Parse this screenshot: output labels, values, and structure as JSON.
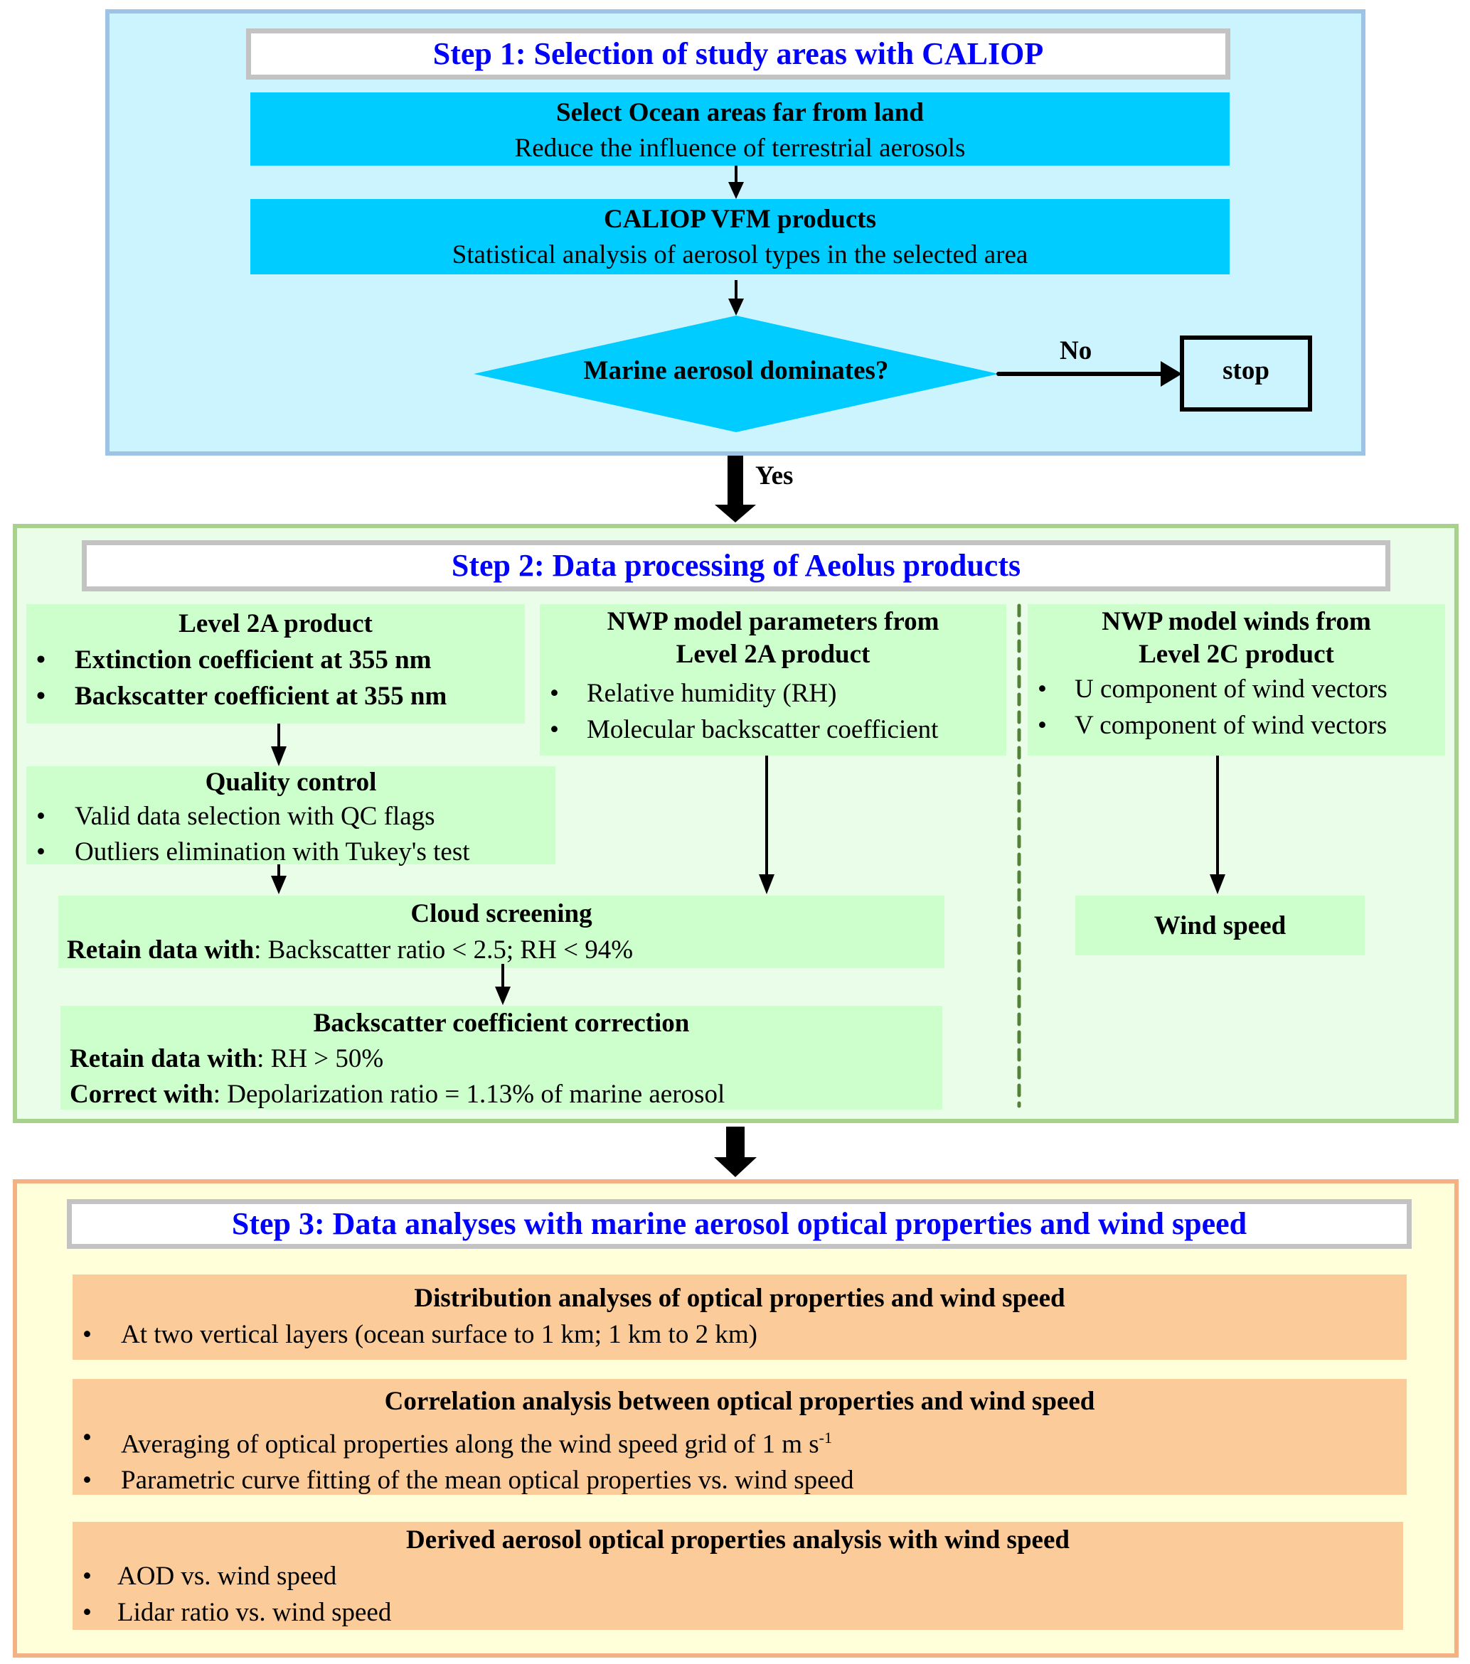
{
  "step1": {
    "title": "Step 1: Selection of study areas with CALIOP",
    "box1": {
      "heading": "Select Ocean areas far from land",
      "text": "Reduce the influence of terrestrial aerosols"
    },
    "box2": {
      "heading": "CALIOP VFM products",
      "text": "Statistical analysis of aerosol types in the selected area"
    },
    "decision": "Marine aerosol dominates?",
    "no_label": "No",
    "stop_label": "stop",
    "yes_label": "Yes"
  },
  "step2": {
    "title": "Step 2: Data processing of Aeolus products",
    "level2a": {
      "heading": "Level 2A product",
      "items": [
        "Extinction coefficient at 355 nm",
        "Backscatter coefficient at 355 nm"
      ]
    },
    "nwp_params": {
      "heading_line1": "NWP model parameters from",
      "heading_line2": "Level 2A product",
      "items": [
        "Relative humidity (RH)",
        "Molecular backscatter coefficient"
      ]
    },
    "nwp_winds": {
      "heading_line1": "NWP model winds from",
      "heading_line2": "Level 2C product",
      "items": [
        "U component of wind vectors",
        "V component of wind vectors"
      ]
    },
    "quality_control": {
      "heading": "Quality control",
      "items": [
        "Valid data selection with QC flags",
        "Outliers elimination with Tukey's test"
      ]
    },
    "cloud_screening": {
      "heading": "Cloud screening",
      "label": "Retain data with",
      "text": ": Backscatter ratio < 2.5; RH < 94%"
    },
    "backscatter_correction": {
      "heading": "Backscatter coefficient correction",
      "line1_label": "Retain data with",
      "line1_text": ": RH > 50%",
      "line2_label": "Correct with",
      "line2_text": ": Depolarization ratio = 1.13% of marine aerosol"
    },
    "wind_speed": "Wind speed"
  },
  "step3": {
    "title": "Step 3: Data analyses with marine aerosol optical properties and wind speed",
    "distribution": {
      "heading": "Distribution analyses of optical properties and wind speed",
      "items": [
        "At  two vertical layers (ocean surface to 1 km; 1 km to 2 km)"
      ]
    },
    "correlation": {
      "heading": "Correlation analysis between optical properties and wind speed",
      "item1": "Averaging of optical properties along the wind speed grid of 1 m s",
      "item1_sup": "-1",
      "item2": "Parametric curve fitting of the mean optical properties vs. wind speed"
    },
    "derived": {
      "heading": "Derived aerosol optical properties analysis with wind speed",
      "items": [
        "AOD vs. wind speed",
        "Lidar ratio vs. wind speed"
      ]
    }
  },
  "colors": {
    "title_text": "#0000ff",
    "step1_bg": "#ccf4ff",
    "step1_border": "#9dc3e6",
    "cyan_box": "#00ccff",
    "step2_bg": "#e9fde9",
    "step2_border": "#a9d18e",
    "green_box": "#ccffcc",
    "divider": "#538135",
    "step3_bg": "#ffffd9",
    "step3_border": "#f4b183",
    "orange_box": "#fbcb99"
  }
}
